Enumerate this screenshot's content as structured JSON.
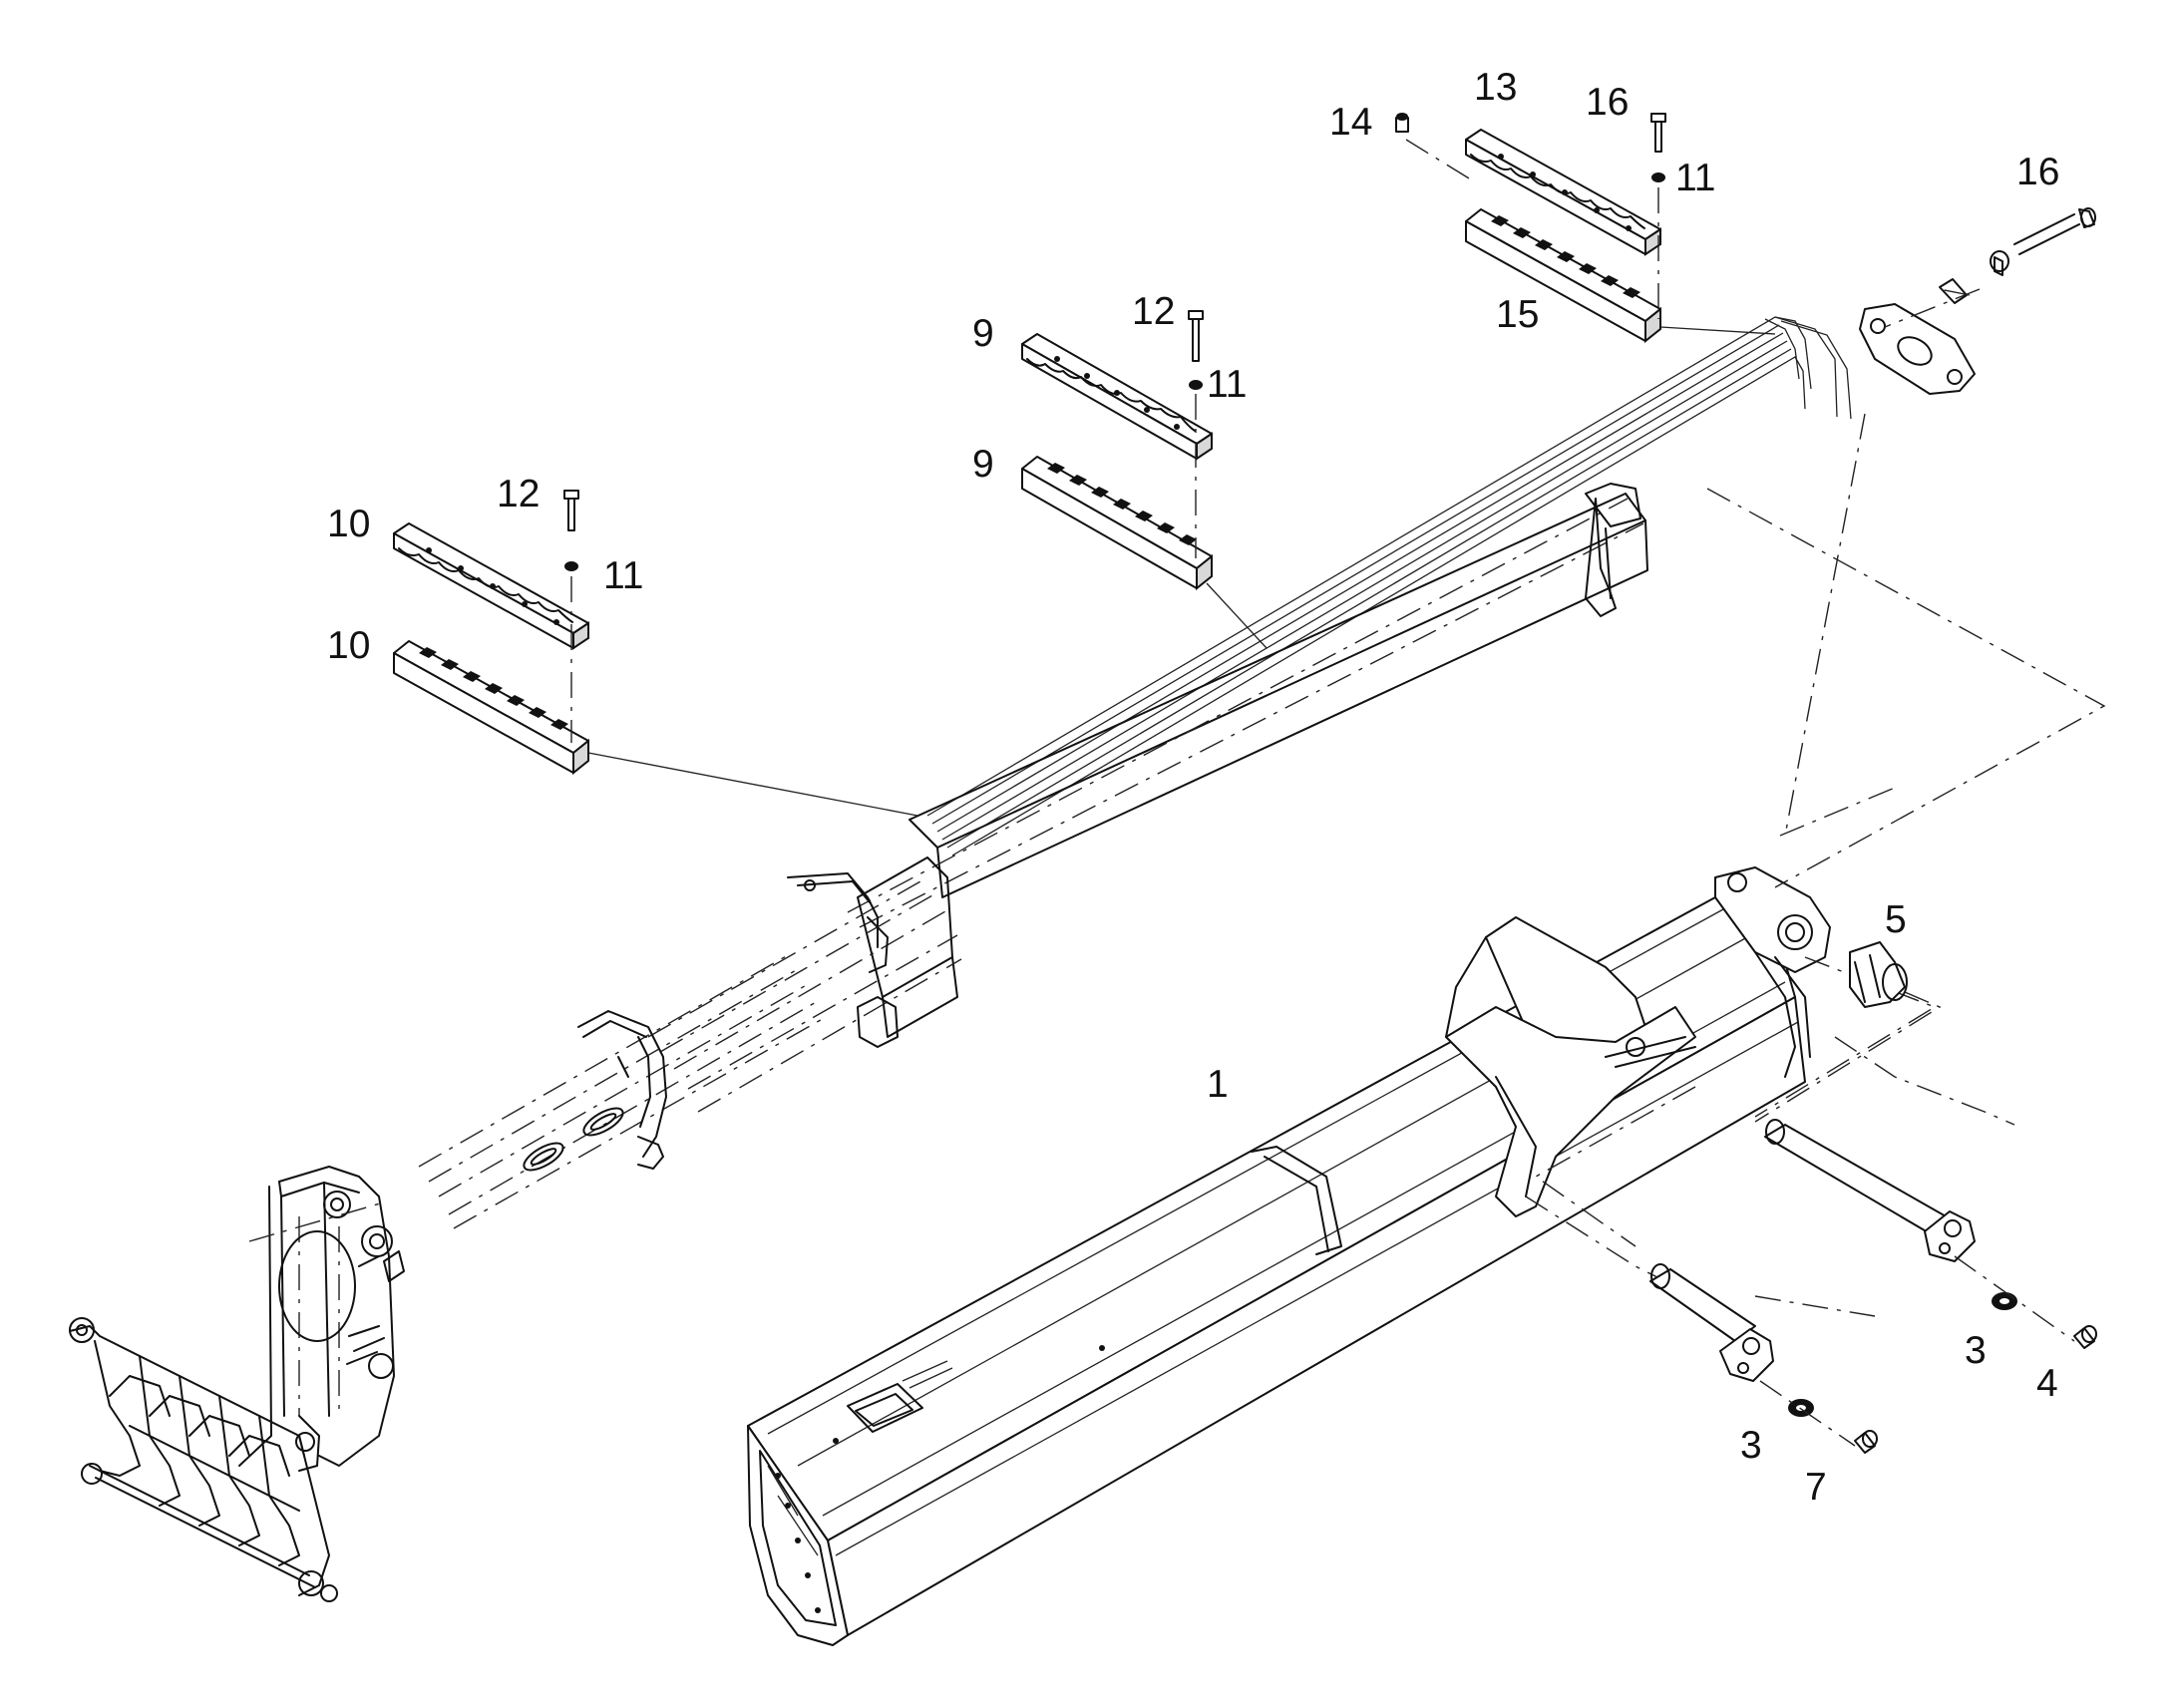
{
  "diagram": {
    "callouts": {
      "c1": "1",
      "c3a": "3",
      "c3b": "3",
      "c4": "4",
      "c5": "5",
      "c7": "7",
      "c9a": "9",
      "c9b": "9",
      "c10a": "10",
      "c10b": "10",
      "c11a": "11",
      "c11b": "11",
      "c11c": "11",
      "c12a": "12",
      "c12b": "12",
      "c13": "13",
      "c14": "14",
      "c15": "15",
      "c16a": "16",
      "c16b": "16"
    }
  }
}
